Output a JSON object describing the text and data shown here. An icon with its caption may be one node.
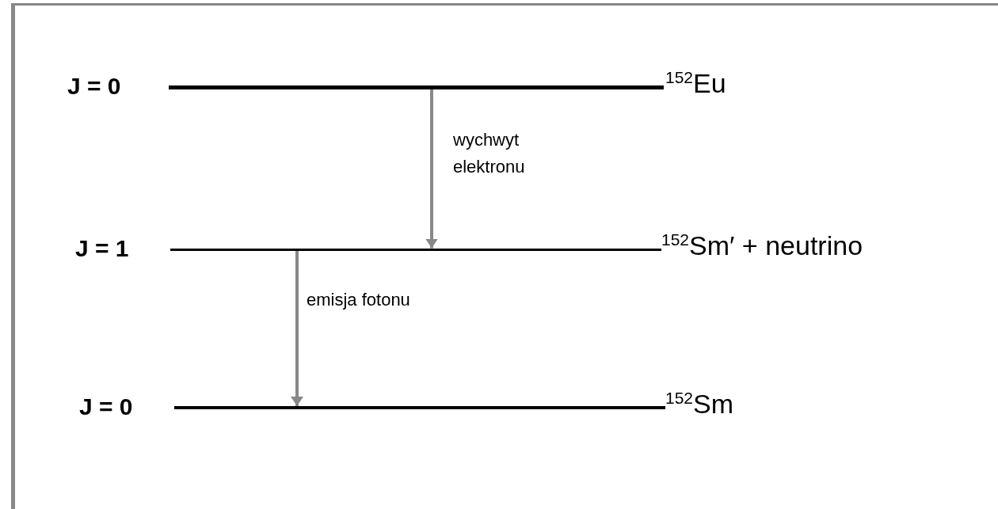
{
  "diagram": {
    "nodes": [
      {
        "text": [
          "J = 0",
          "$^{152}$Eu"
        ]
      },
      {
        "text": [
          "J = 1",
          "$^{152}$Sm′ + neutrino"
        ]
      },
      {
        "text": [
          "J = 0",
          "$^{152}$Sm"
        ]
      }
    ],
    "edges": [
      {
        "from": 0,
        "to": 1,
        "arrow": "to",
        "label": "wychwyt elektronu"
      },
      {
        "from": 1,
        "to": 2,
        "arrow": "to",
        "label": "emisja fotonu"
      }
    ]
  }
}
